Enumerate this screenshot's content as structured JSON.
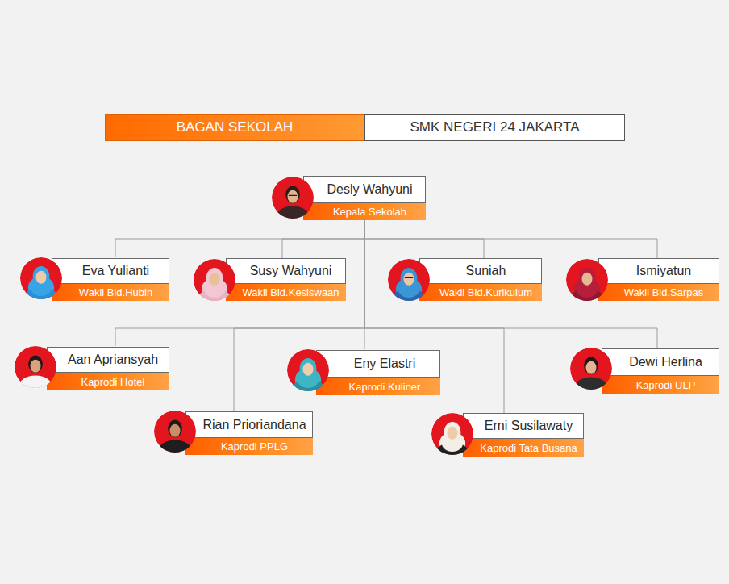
{
  "diagram": {
    "nodes": [
      {
        "text": [
          "BAGAN SEKOLAH"
        ]
      },
      {
        "text": [
          "SMK NEGERI 24 JAKARTA"
        ]
      },
      {
        "text": [
          "Desly Wahyuni",
          "Kepala Sekolah"
        ]
      },
      {
        "text": [
          "Eva Yulianti",
          "Wakil Bid.Hubin"
        ]
      },
      {
        "text": [
          "Susy Wahyuni",
          "Wakil Bid.Kesiswaan"
        ]
      },
      {
        "text": [
          "Suniah",
          "Wakil Bid.Kurikulum"
        ]
      },
      {
        "text": [
          "Ismiyatun",
          "Wakil Bid.Sarpas"
        ]
      },
      {
        "text": [
          "Aan Apriansyah",
          "Kaprodi Hotel"
        ]
      },
      {
        "text": [
          "Eny Elastri",
          "Kaprodi Kuliner"
        ]
      },
      {
        "text": [
          "Dewi Herlina",
          "Kaprodi ULP"
        ]
      },
      {
        "text": [
          "Rian Prioriandana",
          "Kaprodi PPLG"
        ]
      },
      {
        "text": [
          "Erni Susilawaty",
          "Kaprodi Tata Busana"
        ]
      }
    ],
    "edges": [
      {
        "from": 2,
        "to": 3,
        "arrow": "none"
      },
      {
        "from": 2,
        "to": 4,
        "arrow": "none"
      },
      {
        "from": 2,
        "to": 5,
        "arrow": "none"
      },
      {
        "from": 2,
        "to": 6,
        "arrow": "none"
      },
      {
        "from": 2,
        "to": 7,
        "arrow": "none"
      },
      {
        "from": 2,
        "to": 8,
        "arrow": "none"
      },
      {
        "from": 2,
        "to": 9,
        "arrow": "none"
      },
      {
        "from": 2,
        "to": 10,
        "arrow": "none"
      },
      {
        "from": 2,
        "to": 11,
        "arrow": "none"
      }
    ]
  }
}
